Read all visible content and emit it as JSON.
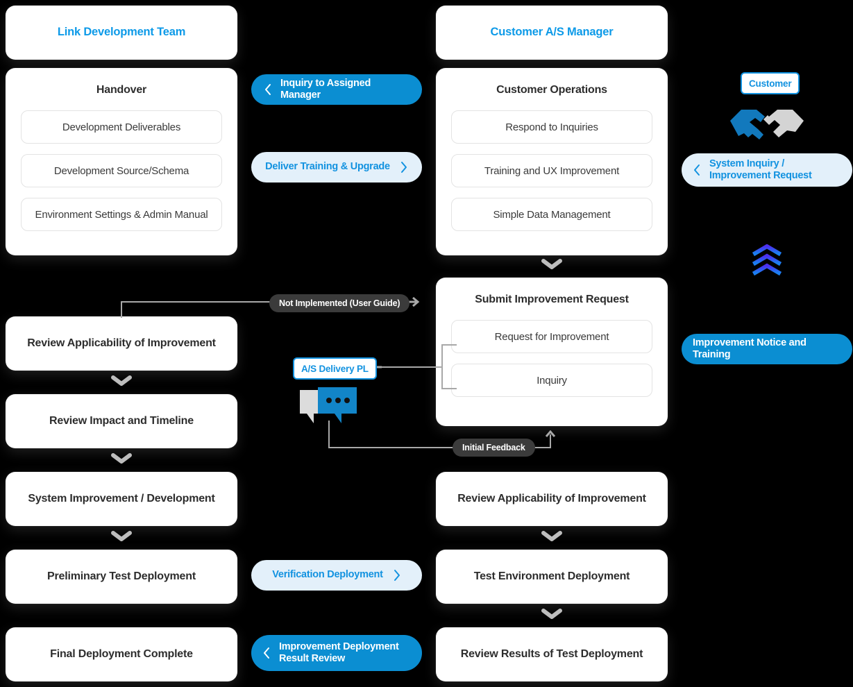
{
  "theme": {
    "background": "#000000",
    "accent_blue": "#0b8ed2",
    "accent_light_blue": "#e3f0fa",
    "link_blue": "#0d9ae8",
    "tag_gray": "#3b3b3b",
    "connector_gray": "#a8a8a8",
    "card_white": "#ffffff",
    "text_dark": "#2d2d2d"
  },
  "columns": {
    "left": {
      "role_title": "Link Development Team",
      "group": {
        "title": "Handover",
        "items": [
          "Development Deliverables",
          "Development Source/Schema",
          "Environment Settings & Admin Manual"
        ]
      },
      "steps": [
        "Review Applicability of Improvement",
        "Review Impact and Timeline",
        "System Improvement / Development",
        "Preliminary Test Deployment",
        "Final Deployment Complete"
      ]
    },
    "right": {
      "role_title": "Customer A/S Manager",
      "group": {
        "title": "Customer Operations",
        "items": [
          "Respond to Inquiries",
          "Training and UX Improvement",
          "Simple Data Management"
        ]
      },
      "request_group": {
        "title": "Submit Improvement Request",
        "items": [
          "Request for Improvement",
          "Inquiry"
        ]
      },
      "steps": [
        "Review Applicability of Improvement",
        "Test Environment Deployment",
        "Review Results of Test Deployment"
      ]
    }
  },
  "pills": {
    "inquiry_to_manager": {
      "label": "Inquiry to Assigned Manager",
      "style": "solid",
      "chevron": "left"
    },
    "deliver_training": {
      "label": "Deliver Training & Upgrade",
      "style": "light",
      "chevron": "right"
    },
    "verification_deployment": {
      "label": "Verification Deployment",
      "style": "light",
      "chevron": "right"
    },
    "improvement_deployment_result": {
      "label": "Improvement Deployment Result Review",
      "style": "solid",
      "chevron": "left"
    },
    "system_inquiry": {
      "label": "System Inquiry / Improvement Request",
      "label_line1": "System Inquiry /",
      "label_line2": "Improvement Request",
      "style": "light",
      "chevron": "left"
    },
    "improvement_notice": {
      "label": "Improvement Notice and Training",
      "style": "solid",
      "chevron": "none"
    }
  },
  "tags": {
    "not_implemented": "Not Implemented (User Guide)",
    "initial_feedback": "Initial Feedback"
  },
  "badges": {
    "customer": "Customer",
    "as_delivery_pl": "A/S Delivery PL"
  },
  "icons": {
    "handshake": "handshake-icon",
    "chat_bubbles": "chat-bubbles-icon",
    "chevrons_up": "chevrons-up-icon",
    "chevron_down_connector": "chevron-down-icon",
    "arrow_right": "arrow-right-icon",
    "arrow_up": "arrow-up-icon"
  }
}
